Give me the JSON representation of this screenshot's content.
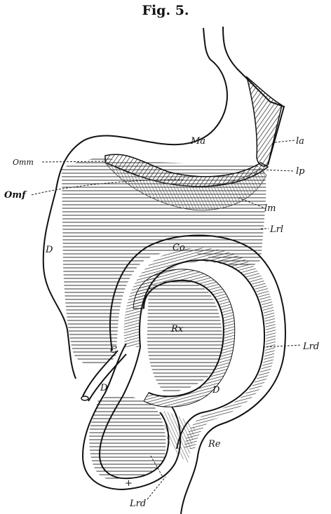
{
  "figure": {
    "title": "Fig. 5.",
    "labels": {
      "ma": "Ma",
      "la": "la",
      "omm": "Omm",
      "lp": "lp",
      "omf": "Omf",
      "lm": "lm",
      "lrl": "Lrl",
      "d_left": "D",
      "co": "Co",
      "rx": "Rx",
      "lrd_right": "Lrd",
      "c": "C",
      "d_inner_left": "D",
      "d_inner_right": "D",
      "re": "Re",
      "plus": "+",
      "lrd_bottom": "Lrd"
    }
  }
}
